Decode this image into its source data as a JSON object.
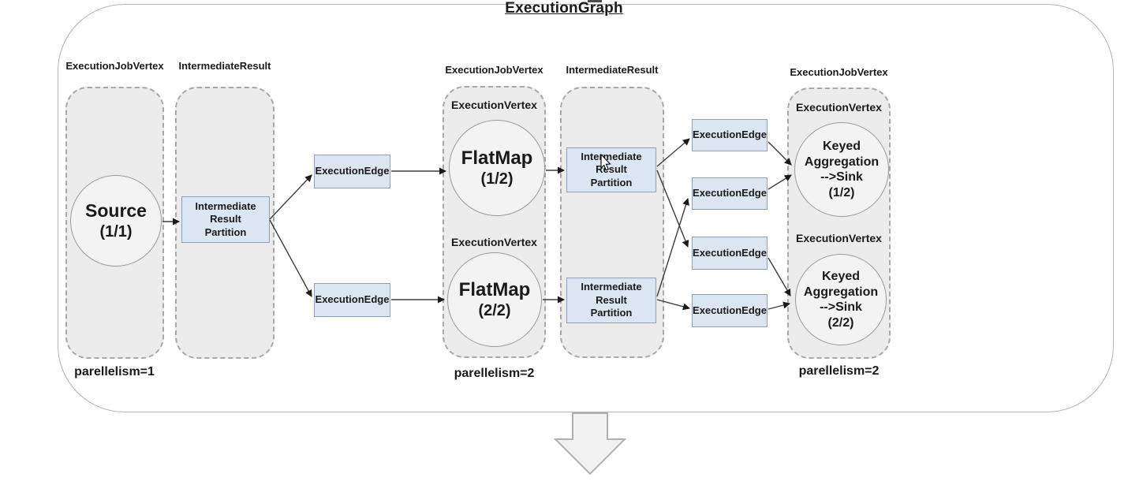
{
  "title": "ExecutionGraph",
  "group_labels": [
    "ExecutionJobVertex",
    "IntermediateResult",
    "ExecutionJobVertex",
    "IntermediateResult",
    "ExecutionJobVertex"
  ],
  "execution_vertex_labels": [
    "ExecutionVertex",
    "ExecutionVertex",
    "ExecutionVertex",
    "ExecutionVertex"
  ],
  "nodes": {
    "source": [
      "Source",
      "(1/1)"
    ],
    "flatmap1": [
      "FlatMap",
      "(1/2)"
    ],
    "flatmap2": [
      "FlatMap",
      "(2/2)"
    ],
    "keyed1": [
      "Keyed",
      "Aggregation",
      "-->Sink",
      "(1/2)"
    ],
    "keyed2": [
      "Keyed",
      "Aggregation",
      "-->Sink",
      "(2/2)"
    ]
  },
  "partition_boxes": [
    [
      "Intermediate",
      "Result",
      "Partition"
    ],
    [
      "Intermediate",
      "Result",
      "Partition"
    ],
    [
      "Intermediate",
      "Result",
      "Partition"
    ]
  ],
  "edge_boxes": [
    "ExecutionEdge",
    "ExecutionEdge",
    "ExecutionEdge",
    "ExecutionEdge",
    "ExecutionEdge",
    "ExecutionEdge"
  ],
  "parallelism_labels": [
    "parellelism=1",
    "parellelism=2",
    "parellelism=2"
  ],
  "colors": {
    "partition_fill": "#dce6f2",
    "partition_border": "#8fa0b6",
    "group_fill": "#ececec",
    "group_border": "#a8a8a8",
    "circle_fill": "#f3f3f3",
    "connector": "#3d3d3d",
    "container_border": "#b3b3b3"
  }
}
